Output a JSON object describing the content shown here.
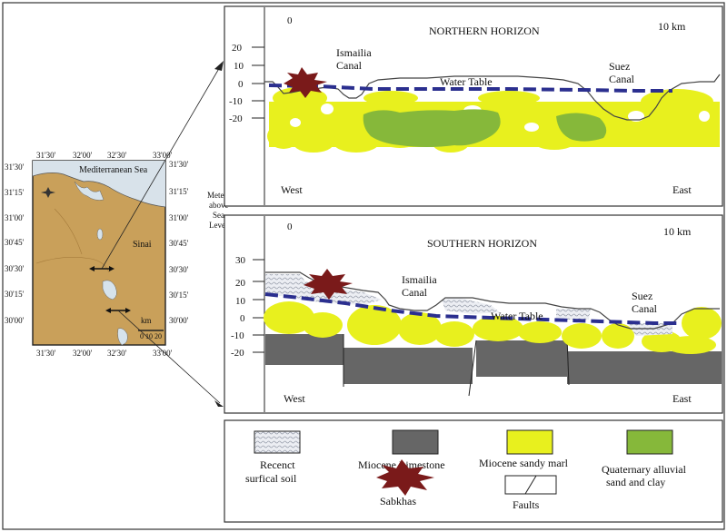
{
  "map": {
    "top_longitudes": [
      "31'30'",
      "32'00'",
      "32'30'",
      "33'00'"
    ],
    "bottom_longitudes": [
      "31'30'",
      "32'00'",
      "32'30'",
      "33'00'"
    ],
    "left_latitudes": [
      "31'30'",
      "31'15'",
      "31'00'",
      "30'45'",
      "30'30'",
      "30'15'",
      "30'00'"
    ],
    "right_latitudes": [
      "31'30'",
      "31'15'",
      "31'00'",
      "30'45'",
      "30'30'",
      "30'15'",
      "30'00'"
    ],
    "sea_label": "Mediterranean Sea",
    "sinai_label": "Sinai",
    "scale_unit": "km",
    "scale_values": "0 10 20",
    "colors": {
      "sea": "#d8e2ea",
      "land": "#c9a05a",
      "lake": "#d6e3ec"
    }
  },
  "axis_caption": [
    "Metetr",
    "above",
    "Sea",
    "Level"
  ],
  "northern": {
    "title": "NORTHERN HORIZON",
    "zero_label": "0",
    "distance_label": "10 km",
    "y_ticks": [
      "20",
      "10",
      "0",
      "-10",
      "-20"
    ],
    "canal_left": [
      "Ismailia",
      "Canal"
    ],
    "canal_right": [
      "Suez",
      "Canal"
    ],
    "water_table_label": "Water Table",
    "west_label": "West",
    "east_label": "East"
  },
  "southern": {
    "title": "SOUTHERN HORIZON",
    "zero_label": "0",
    "distance_label": "10 km",
    "y_ticks": [
      "30",
      "20",
      "10",
      "0",
      "-10",
      "-20"
    ],
    "canal_left": [
      "Ismailia",
      "Canal"
    ],
    "canal_right": [
      "Suez",
      "Canal"
    ],
    "water_table_label": "Water Table",
    "west_label": "West",
    "east_label": "East"
  },
  "legend": {
    "recent_soil": [
      "Recenct",
      "surfical soil"
    ],
    "limestone": "Miocene Limestone",
    "sandy_marl": "Miocene sandy marl",
    "alluvial": [
      "Quaternary alluvial",
      "sand and clay"
    ],
    "sabkhas": "Sabkhas",
    "faults": "Faults"
  },
  "colors": {
    "marl": "#e8f01e",
    "alluvial": "#86b83a",
    "limestone": "#666666",
    "sabkha": "#7a1a1a",
    "water_table": "#2b2f8f",
    "soil": "#e6e8ee"
  }
}
